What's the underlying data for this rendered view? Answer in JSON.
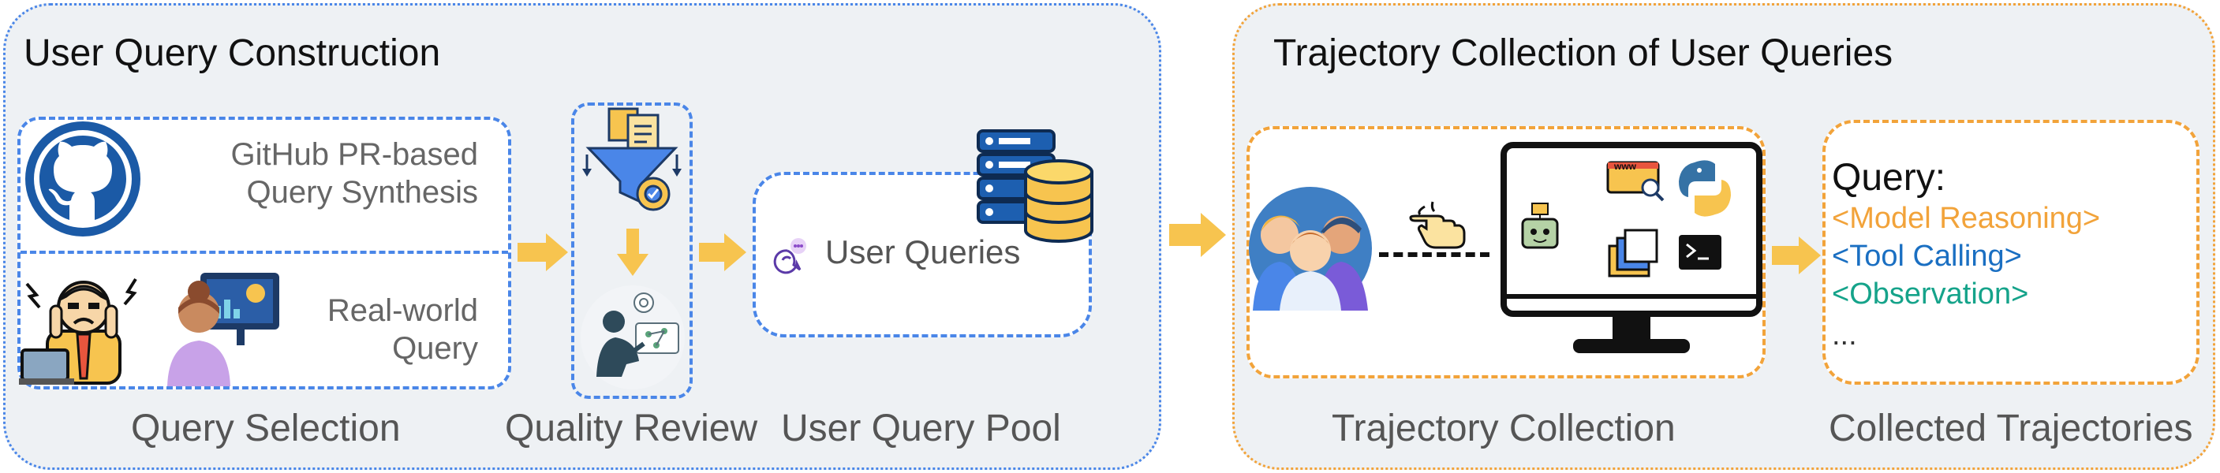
{
  "left_panel": {
    "title": "User Query Construction",
    "github_box": {
      "line1": "GitHub PR-based",
      "line2": "Query Synthesis"
    },
    "realworld_box": {
      "line1": "Real-world",
      "line2": "Query"
    },
    "pool_box": {
      "label": "User Queries"
    },
    "stage_labels": {
      "selection": "Query Selection",
      "review": "Quality Review",
      "pool": "User Query Pool"
    }
  },
  "right_panel": {
    "title": "Trajectory Collection of User Queries",
    "stage_labels": {
      "collection": "Trajectory Collection",
      "collected": "Collected Trajectories"
    },
    "query_box": {
      "heading": "Query:",
      "reasoning": "<Model Reasoning>",
      "tool_calling": "<Tool Calling>",
      "observation": "<Observation>",
      "ellipsis": "..."
    },
    "monitor_icons": {
      "www_label": "www"
    }
  },
  "colors": {
    "blue_border": "#4a86e8",
    "orange_border": "#f2a33a",
    "panel_bg": "#eef1f4",
    "arrow": "#f7c44f",
    "reasoning": "#f2a33a",
    "tool_calling": "#1a6fc2",
    "observation": "#15a38a"
  }
}
